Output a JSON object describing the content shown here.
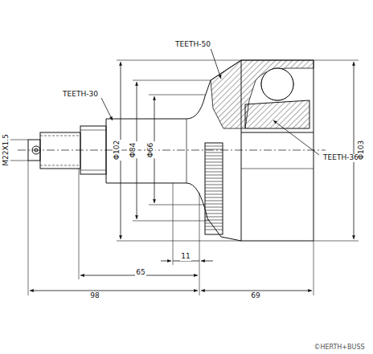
{
  "diagram": {
    "labels": [
      "TEETH-50",
      "TEETH-30",
      "M22X1.5",
      "Φ102",
      "Φ84",
      "Φ66",
      "TEETH-36",
      "Φ103",
      "11",
      "65",
      "98",
      "69",
      "©HERTH+BUSS"
    ]
  }
}
